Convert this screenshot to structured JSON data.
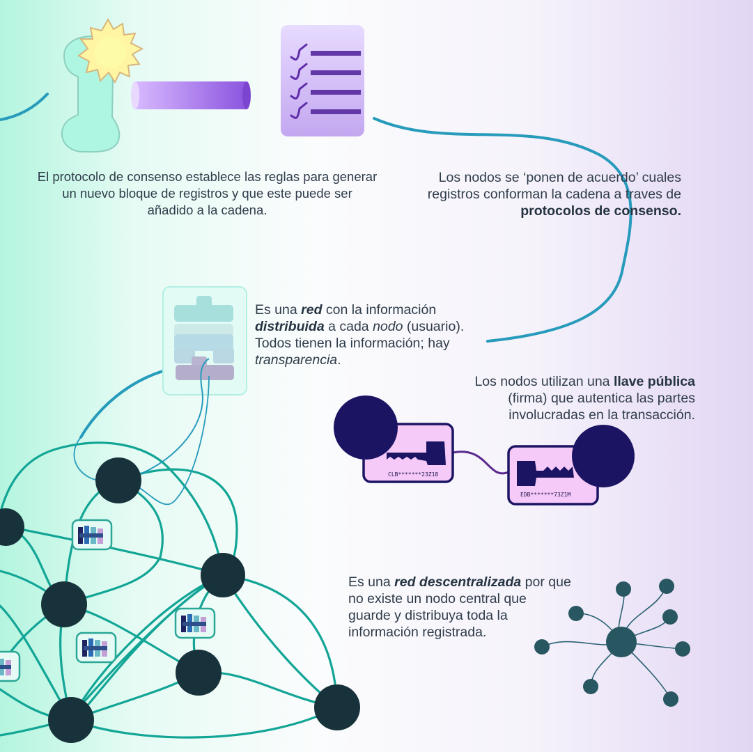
{
  "texts": {
    "consensus_protocol": {
      "line1": "El protocolo de consenso establece las reglas para generar",
      "line2": "un nuevo bloque de registros y que este puede ser",
      "line3": "añadido  a la cadena."
    },
    "nodes_agree": {
      "line1": "Los nodos se ‘ponen de acuerdo’ cuales",
      "line2": "registros conforman la cadena a traves de",
      "bold": "protocolos de consenso."
    },
    "distributed_network": {
      "p1": "Es una ",
      "red": "red",
      "p2": " con la información",
      "distribuida": "distribuida",
      "p3": " a cada ",
      "nodo": "nodo",
      "p4": " (usuario).",
      "line3": "Todos tienen la información; hay",
      "transparencia": "transparencia",
      "p5": "."
    },
    "public_key": {
      "p1": "Los nodos utilizan una ",
      "bold": "llave pública",
      "line2": "(firma) que autentica las partes",
      "line3": "involucradas en la transacción."
    },
    "decentralized": {
      "p1": "Es una ",
      "bold": "red descentralizada",
      "p2": "  por que",
      "line2": "no existe un nodo central que",
      "line3": "guarde y distribuya toda la",
      "line4": "información registrada."
    }
  },
  "keys": {
    "left_code": "CLB*******23Z18",
    "right_code": "EDB*******73Z1M"
  },
  "icons": {
    "sun_pipe": "joint-pipe-sun-icon",
    "cylinder": "purple-cylinder-icon",
    "checklist": "checklist-document-icon",
    "block": "block-stack-icon",
    "network": "node-network-icon",
    "star_network": "decentralized-star-icon"
  },
  "colors": {
    "node": "#17323b",
    "edge": "#12a596",
    "curve": "#279bbb",
    "key_dark": "#1b1463",
    "key_card": "#f6caf8",
    "accent_purple": "#8a4fd6"
  }
}
